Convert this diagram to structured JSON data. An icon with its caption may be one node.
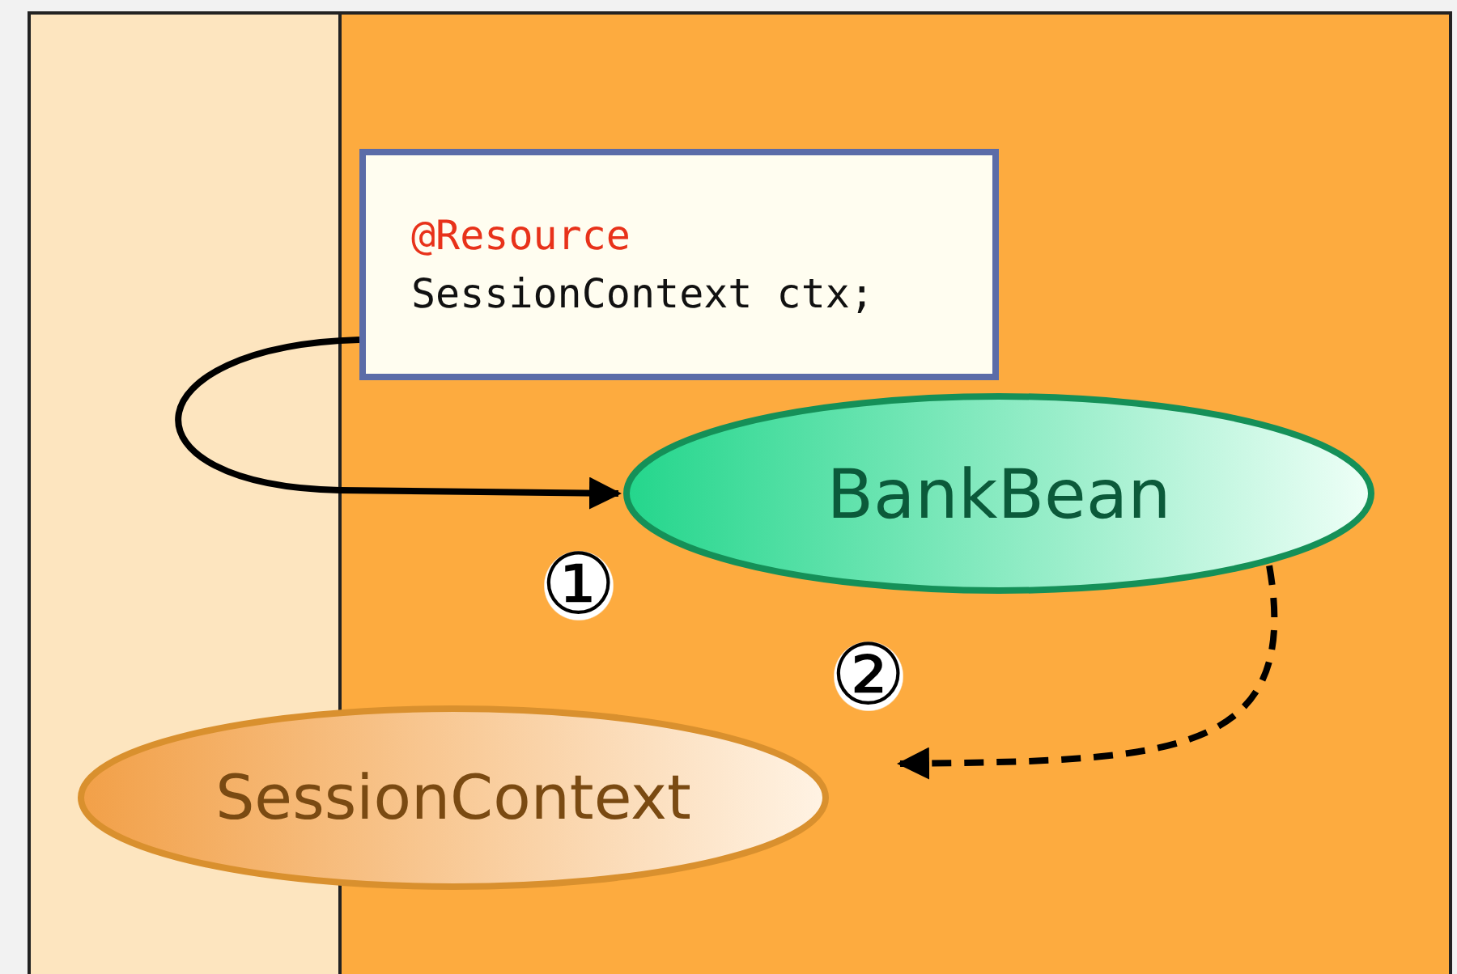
{
  "diagram": {
    "nodes": [
      {
        "text": [
          "@Resource",
          "SessionContext ctx;"
        ]
      },
      {
        "text": [
          "BankBean"
        ]
      },
      {
        "text": [
          "SessionContext"
        ]
      }
    ],
    "edges": [
      {
        "from": 0,
        "to": 1,
        "arrow": "to"
      },
      {
        "from": 1,
        "to": null,
        "arrow": "to",
        "style": "dashed"
      }
    ],
    "labels": [
      "①",
      "②"
    ]
  }
}
